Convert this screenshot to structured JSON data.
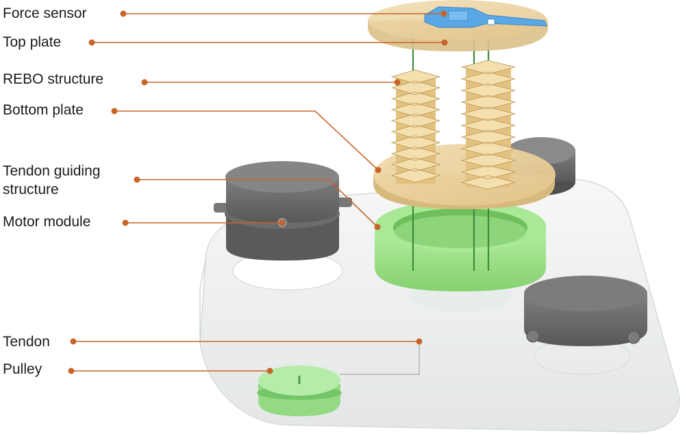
{
  "labels": {
    "force_sensor": "Force sensor",
    "top_plate": "Top plate",
    "rebo_structure": "REBO structure",
    "bottom_plate": "Bottom plate",
    "tendon_guiding_line1": "Tendon guiding",
    "tendon_guiding_line2": "structure",
    "motor_module": "Motor module",
    "tendon": "Tendon",
    "pulley": "Pulley"
  },
  "colors": {
    "leader_line": "#c8642a",
    "wood": "#e9cf9a",
    "green": "#9fe08e",
    "motor": "#6e6e6e",
    "sensor": "#5aa7e6",
    "base": "#e8eaea"
  }
}
